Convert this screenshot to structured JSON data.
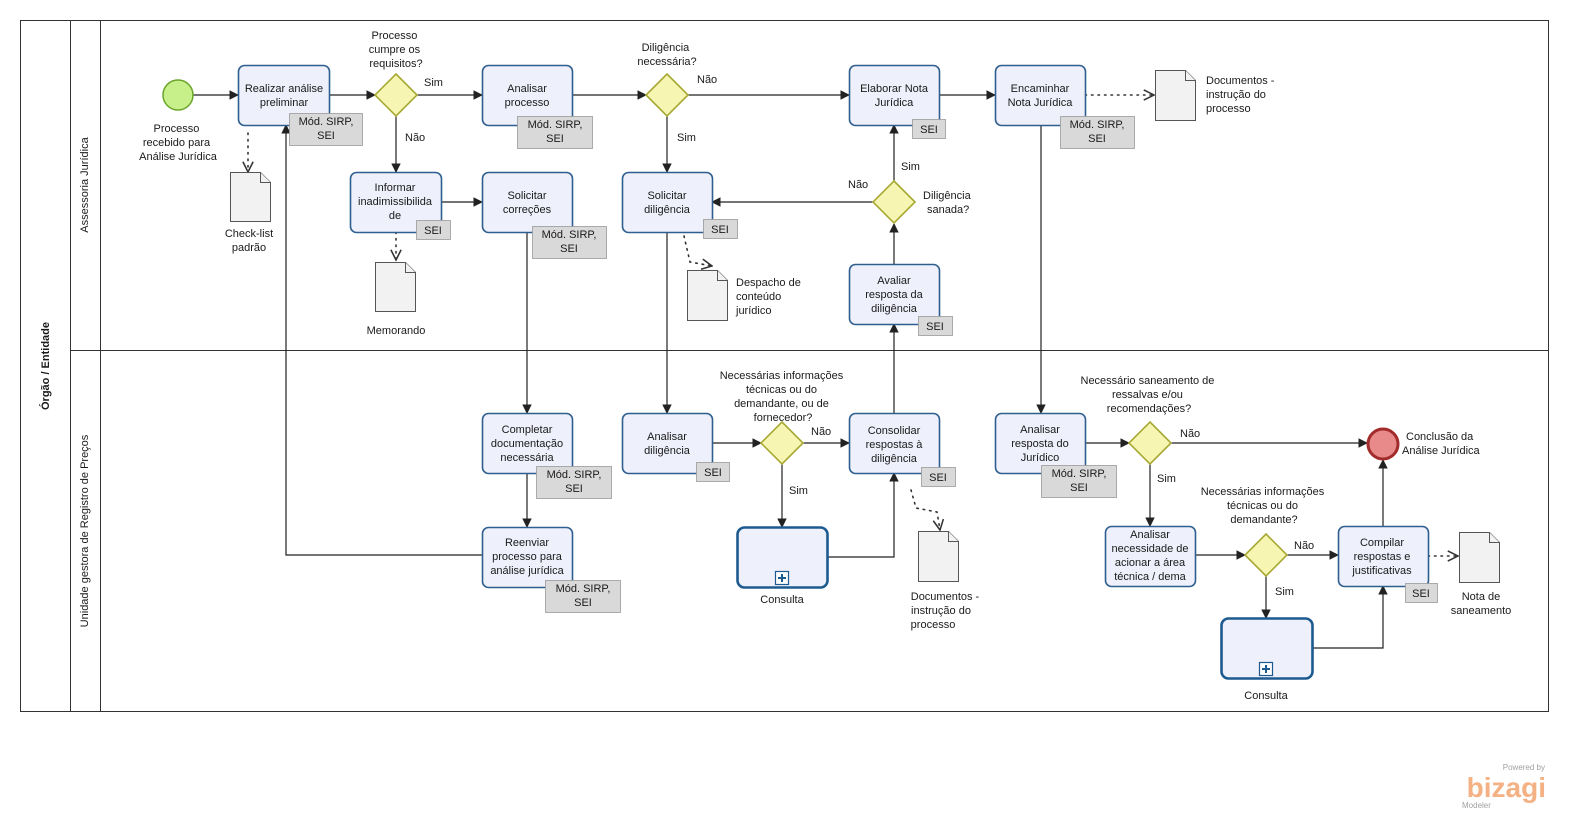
{
  "pool": {
    "label": "Órgão / Entidade"
  },
  "lanes": [
    {
      "id": "juridica",
      "label": "Assessoria Jurídica"
    },
    {
      "id": "gestora",
      "label": "Unidade gestora de Registro de Preços"
    }
  ],
  "events": {
    "start": {
      "label": [
        "Processo",
        "recebido para",
        "Análise Jurídica"
      ],
      "color": "#c8f08a"
    },
    "end": {
      "label": [
        "Conclusão da",
        "Análise Jurídica"
      ],
      "color": "#e88a8a"
    }
  },
  "tasks": {
    "t1": {
      "label": [
        "Realizar análise",
        "preliminar"
      ],
      "tag": [
        "Mód. SIRP,",
        "SEI"
      ]
    },
    "t2": {
      "label": [
        "Analisar",
        "processo"
      ],
      "tag": [
        "Mód. SIRP,",
        "SEI"
      ]
    },
    "t3": {
      "label": [
        "Elaborar Nota",
        "Jurídica"
      ],
      "tag": [
        "SEI"
      ]
    },
    "t4": {
      "label": [
        "Encaminhar",
        "Nota Jurídica"
      ],
      "tag": [
        "Mód. SIRP,",
        "SEI"
      ]
    },
    "t5": {
      "label": [
        "Informar",
        "inadimissibilida",
        "de"
      ],
      "tag": [
        "SEI"
      ]
    },
    "t6": {
      "label": [
        "Solicitar",
        "correções"
      ],
      "tag": [
        "Mód. SIRP,",
        "SEI"
      ]
    },
    "t7": {
      "label": [
        "Solicitar",
        "diligência"
      ],
      "tag": [
        "SEI"
      ]
    },
    "t8": {
      "label": [
        "Avaliar",
        "resposta da",
        "diligência"
      ],
      "tag": [
        "SEI"
      ]
    },
    "t9": {
      "label": [
        "Completar",
        "documentação",
        "necessária"
      ],
      "tag": [
        "Mód. SIRP,",
        "SEI"
      ]
    },
    "t10": {
      "label": [
        "Reenviar",
        "processo para",
        "análise jurídica"
      ],
      "tag": [
        "Mód. SIRP,",
        "SEI"
      ]
    },
    "t11": {
      "label": [
        "Analisar",
        "diligência"
      ],
      "tag": [
        "SEI"
      ]
    },
    "t12": {
      "label": [
        "Consolidar",
        "respostas à",
        "diligência"
      ],
      "tag": [
        "SEI"
      ]
    },
    "t13": {
      "label": [
        "Analisar",
        "resposta do",
        "Jurídico"
      ],
      "tag": [
        "Mód. SIRP,",
        "SEI"
      ]
    },
    "t14": {
      "label": [
        "Analisar",
        "necessidade de",
        "acionar a área",
        "técnica / dema"
      ],
      "tag": []
    },
    "t15": {
      "label": [
        "Compilar",
        "respostas e",
        "justificativas"
      ],
      "tag": [
        "SEI"
      ]
    }
  },
  "subprocesses": {
    "s1": {
      "label": "Consulta"
    },
    "s2": {
      "label": "Consulta"
    }
  },
  "gateways": {
    "g1": {
      "question": [
        "Processo",
        "cumpre os",
        "requisitos?"
      ]
    },
    "g2": {
      "question": [
        "Diligência",
        "necessária?"
      ]
    },
    "g3": {
      "question": [
        "Diligência",
        "sanada?"
      ]
    },
    "g4": {
      "question": [
        "Necessárias informações",
        "técnicas ou do",
        "demandante, ou de",
        "fornecedor?"
      ]
    },
    "g5": {
      "question": [
        "Necessário saneamento de",
        "ressalvas e/ou",
        "recomendações?"
      ]
    },
    "g6": {
      "question": [
        "Necessárias informações",
        "técnicas ou do",
        "demandante?"
      ]
    }
  },
  "flow_labels": {
    "yes": "Sim",
    "no": "Não"
  },
  "documents": {
    "d1": {
      "label": [
        "Check-list",
        "padrão"
      ]
    },
    "d2": {
      "label": [
        "Memorando"
      ]
    },
    "d3": {
      "label": [
        "Documentos -",
        "instrução do",
        "processo"
      ]
    },
    "d4": {
      "label": [
        "Despacho de",
        "conteúdo",
        "jurídico"
      ]
    },
    "d5": {
      "label": [
        "Documentos -",
        "instrução do",
        "processo"
      ]
    },
    "d6": {
      "label": [
        "Nota de",
        "saneamento"
      ]
    }
  },
  "watermark": {
    "top": "Powered by",
    "brand": "bizagi",
    "bottom": "Modeler"
  }
}
